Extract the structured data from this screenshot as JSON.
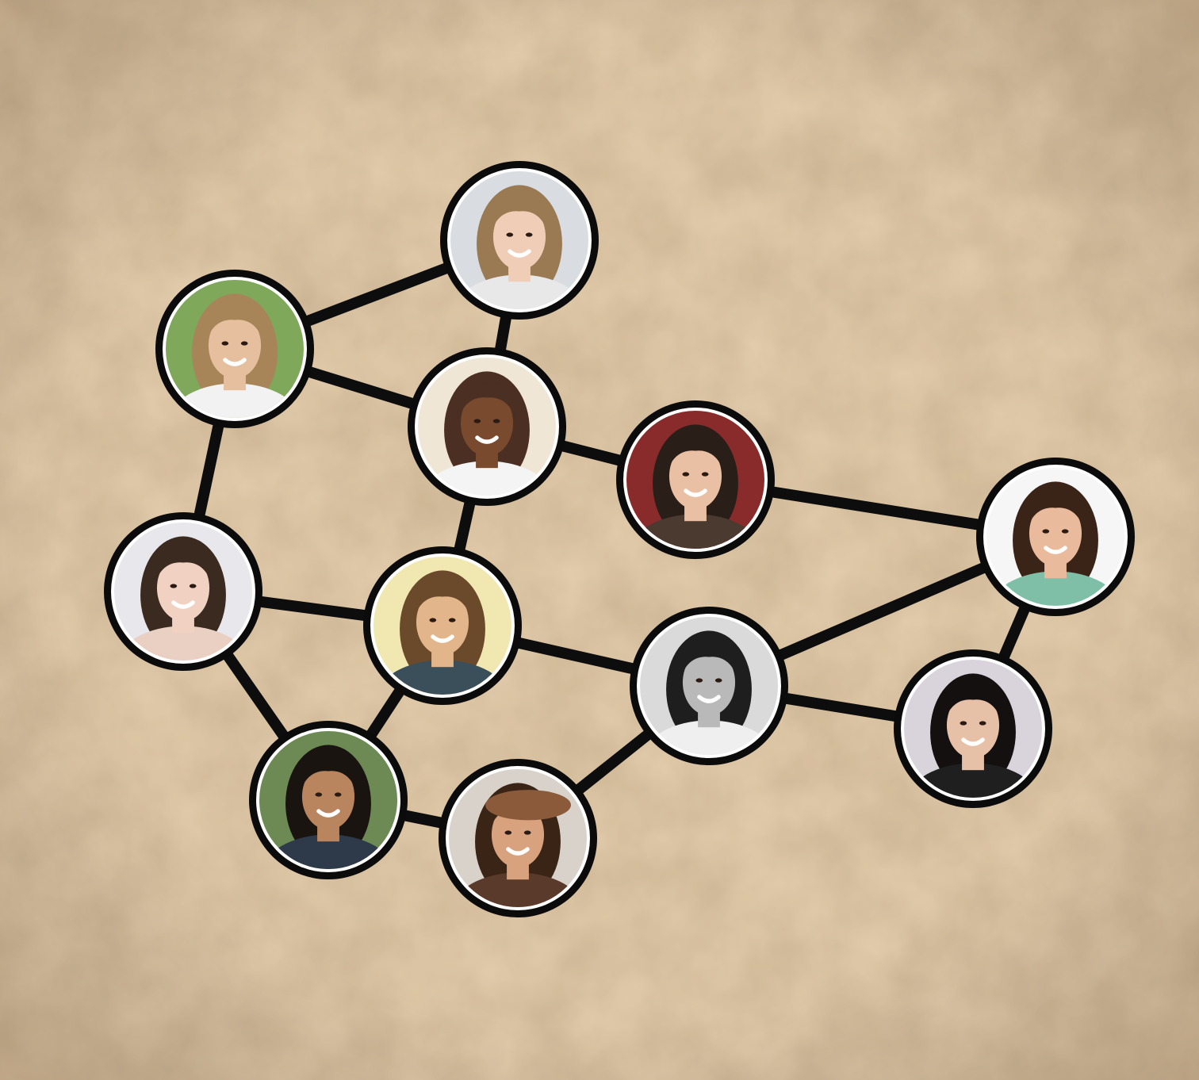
{
  "background": {
    "paper_color": "#d2b48f",
    "paper_dark": "#b8936a",
    "paper_light": "#e3ccab"
  },
  "network": {
    "edge_color": "#0d0d0d",
    "nodes": [
      {
        "id": "woman-blonde-top",
        "hair": "#9a7a52",
        "skin": "#f0cdb6",
        "bg": "#d9dde2",
        "shirt": "#e8e8e8",
        "gray": false
      },
      {
        "id": "man-blond-park",
        "hair": "#a88558",
        "skin": "#e6bf9f",
        "bg": "#7fa85a",
        "shirt": "#f2f2f2",
        "gray": false
      },
      {
        "id": "woman-braids",
        "hair": "#4b2f22",
        "skin": "#7a4a2e",
        "bg": "#efe6d6",
        "shirt": "#f4f4f4",
        "gray": false
      },
      {
        "id": "man-glasses-scarf",
        "hair": "#2a1e18",
        "skin": "#eac0a4",
        "bg": "#8a2b2b",
        "shirt": "#4a3a30",
        "gray": false
      },
      {
        "id": "girl-pink-headband",
        "hair": "#3a2418",
        "skin": "#e9bb9c",
        "bg": "#f6f6f6",
        "shirt": "#7fbfa8",
        "gray": false
      },
      {
        "id": "woman-dark-hair",
        "hair": "#3b2a20",
        "skin": "#f1d2c2",
        "bg": "#e8e8ec",
        "shirt": "#e9d0c2",
        "gray": false
      },
      {
        "id": "man-beard-glasses",
        "hair": "#6a4a2a",
        "skin": "#e2b58a",
        "bg": "#f1e7b0",
        "shirt": "#3a4f5a",
        "gray": false
      },
      {
        "id": "man-bw-smiling",
        "hair": "#1e1e1e",
        "skin": "#b9b9b9",
        "bg": "#dadada",
        "shirt": "#efefef",
        "gray": true
      },
      {
        "id": "woman-asian",
        "hair": "#141010",
        "skin": "#e7c0a8",
        "bg": "#d9d3dc",
        "shirt": "#1f1f1f",
        "gray": false
      },
      {
        "id": "man-dark-hair",
        "hair": "#1a1410",
        "skin": "#b9855e",
        "bg": "#6d8a55",
        "shirt": "#2e3a4a",
        "gray": false
      },
      {
        "id": "girl-brown-hat",
        "hair": "#3a2416",
        "skin": "#d9a27e",
        "bg": "#d8d2ca",
        "shirt": "#5a3a2a",
        "gray": false,
        "hat": "#8a5a3a"
      }
    ],
    "edges": [
      [
        "woman-blonde-top",
        "man-blond-park"
      ],
      [
        "woman-blonde-top",
        "woman-braids"
      ],
      [
        "man-blond-park",
        "woman-braids"
      ],
      [
        "man-blond-park",
        "woman-dark-hair"
      ],
      [
        "woman-braids",
        "man-glasses-scarf"
      ],
      [
        "woman-braids",
        "man-beard-glasses"
      ],
      [
        "man-glasses-scarf",
        "girl-pink-headband"
      ],
      [
        "woman-dark-hair",
        "man-beard-glasses"
      ],
      [
        "woman-dark-hair",
        "man-dark-hair"
      ],
      [
        "man-beard-glasses",
        "man-dark-hair"
      ],
      [
        "man-beard-glasses",
        "man-bw-smiling"
      ],
      [
        "man-bw-smiling",
        "girl-pink-headband"
      ],
      [
        "man-bw-smiling",
        "woman-asian"
      ],
      [
        "girl-pink-headband",
        "woman-asian"
      ],
      [
        "man-bw-smiling",
        "girl-brown-hat"
      ],
      [
        "man-dark-hair",
        "girl-brown-hat"
      ]
    ]
  }
}
